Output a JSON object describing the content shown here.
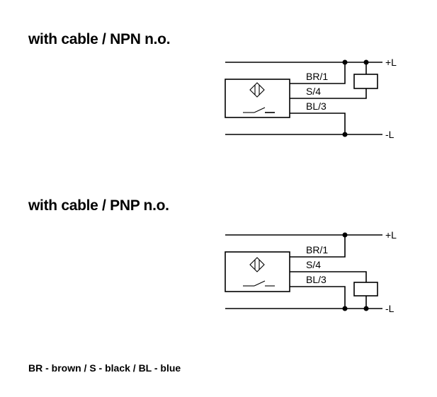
{
  "diagrams": [
    {
      "heading": "with cable / NPN n.o.",
      "labels": {
        "br": "BR/1",
        "s": "S/4",
        "bl": "BL/3",
        "plus": "+L",
        "minus": "-L"
      }
    },
    {
      "heading": "with cable / PNP n.o.",
      "labels": {
        "br": "BR/1",
        "s": "S/4",
        "bl": "BL/3",
        "plus": "+L",
        "minus": "-L"
      }
    }
  ],
  "legend": "BR - brown / S - black / BL - blue"
}
